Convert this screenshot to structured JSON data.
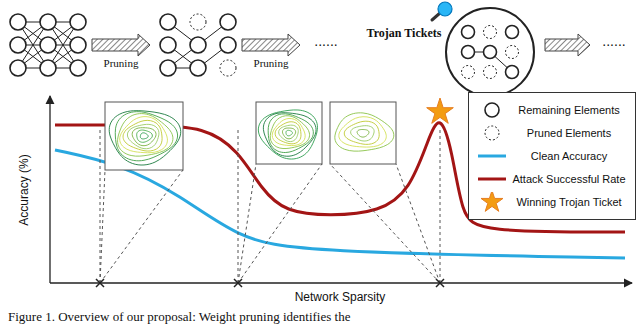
{
  "diagram": {
    "caption": "Figure 1. Overview of our proposal: Weight pruning identifies the",
    "labels": [
      "Pruning",
      "Pruning",
      "......",
      "Trojan Tickets",
      "......",
      "Accuracy (%)",
      "Network Sparsity"
    ],
    "legend": [
      {
        "text": "Remaining Elements"
      },
      {
        "text": "Pruned Elements"
      },
      {
        "text": "Clean Accuracy"
      },
      {
        "text": "Attack Successful Rate"
      },
      {
        "text": "Winning Trojan Ticket"
      }
    ]
  }
}
